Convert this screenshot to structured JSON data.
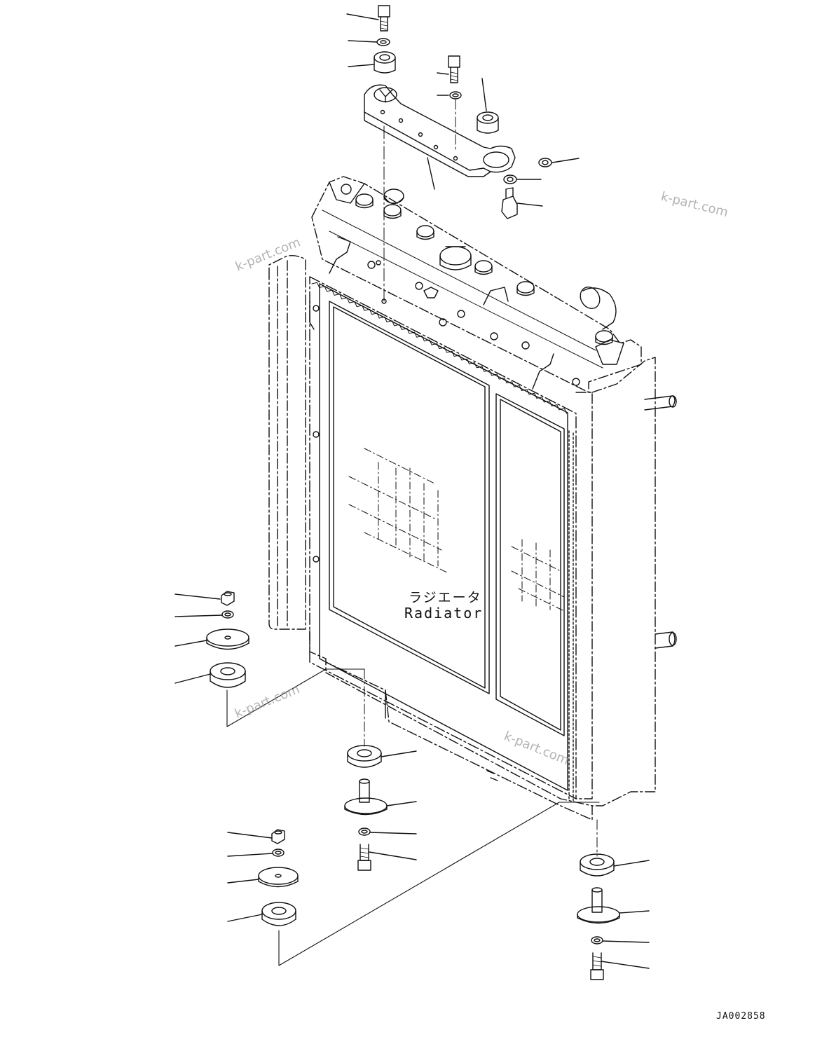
{
  "part_name": {
    "japanese": "ラジエータ",
    "english": "Radiator"
  },
  "drawing_id": "JA002858",
  "watermark": "k-part.com",
  "colors": {
    "line": "#111111",
    "watermark": "#9a9a9a",
    "background": "#ffffff"
  }
}
